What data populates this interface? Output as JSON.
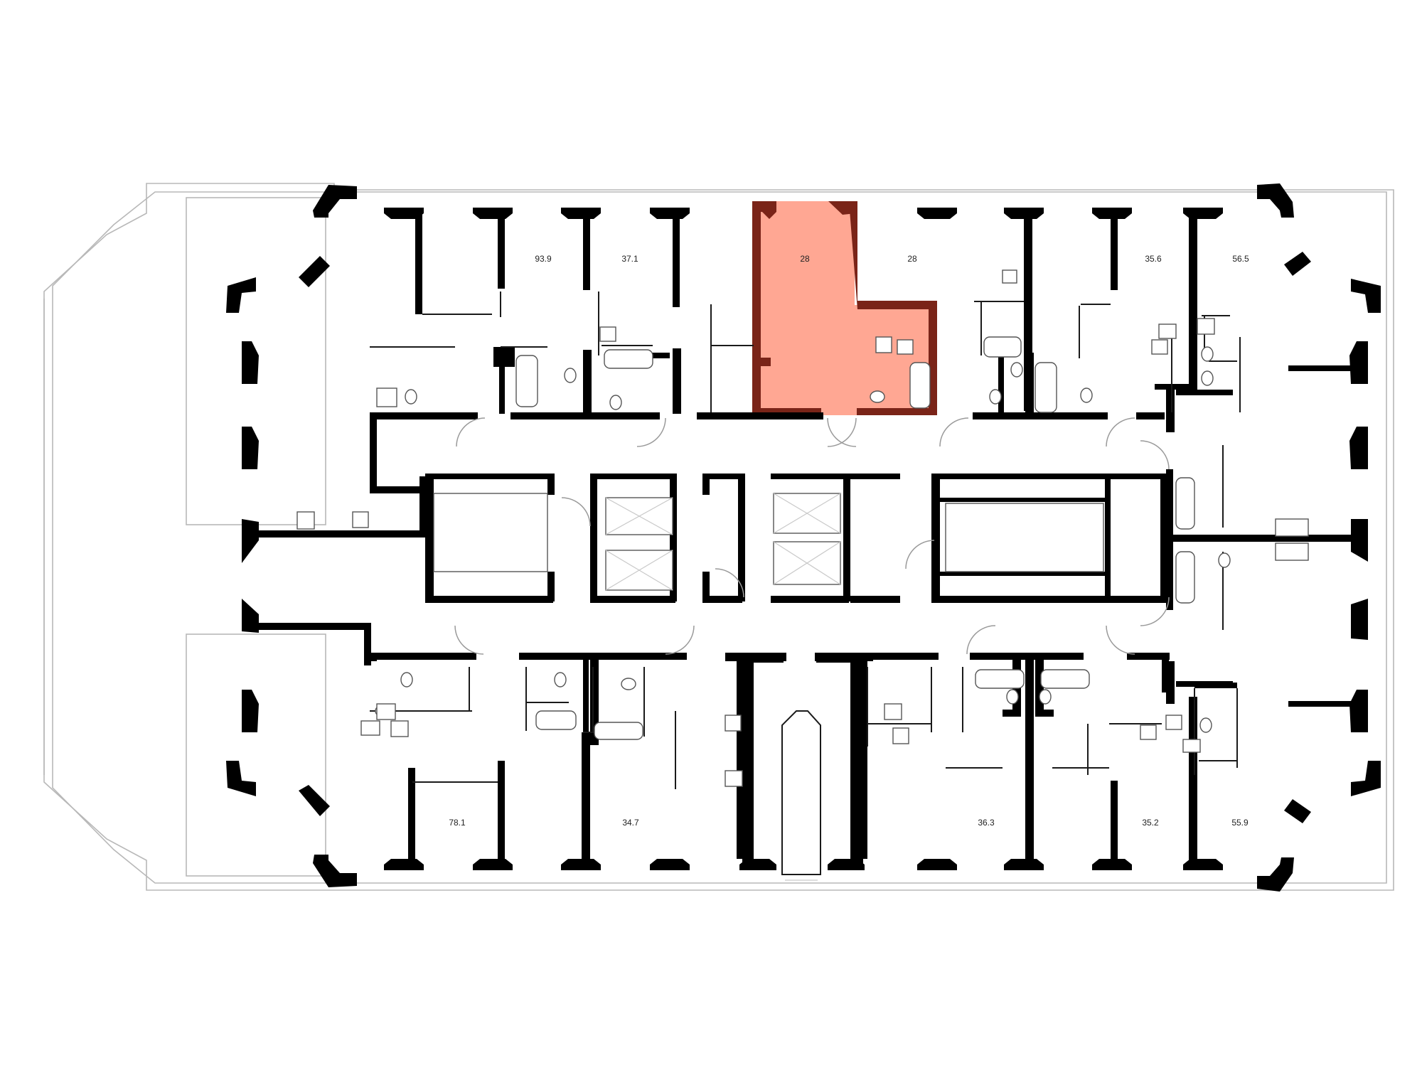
{
  "colors": {
    "background": "#ffffff",
    "wall": "#000000",
    "selected_apartment_fill": "#ffa793",
    "selected_apartment_wall": "#7a2418",
    "outline": "#b8b8b8"
  },
  "selected_apartment": "apt-28-a",
  "apartments": {
    "top": [
      {
        "id": "apt-93-9",
        "area": "93.9"
      },
      {
        "id": "apt-37-1",
        "area": "37.1"
      },
      {
        "id": "apt-28-a",
        "area": "28"
      },
      {
        "id": "apt-28-b",
        "area": "28"
      },
      {
        "id": "apt-35-6",
        "area": "35.6"
      },
      {
        "id": "apt-56-5",
        "area": "56.5"
      }
    ],
    "bottom": [
      {
        "id": "apt-78-1",
        "area": "78.1"
      },
      {
        "id": "apt-34-7",
        "area": "34.7"
      },
      {
        "id": "apt-36-3",
        "area": "36.3"
      },
      {
        "id": "apt-35-2",
        "area": "35.2"
      },
      {
        "id": "apt-55-9",
        "area": "55.9"
      }
    ]
  },
  "icons": [
    "stove-icon",
    "toilet-icon",
    "bathtub-icon",
    "shower-icon",
    "washbasin-icon",
    "elevator-icon",
    "stair-icon"
  ]
}
